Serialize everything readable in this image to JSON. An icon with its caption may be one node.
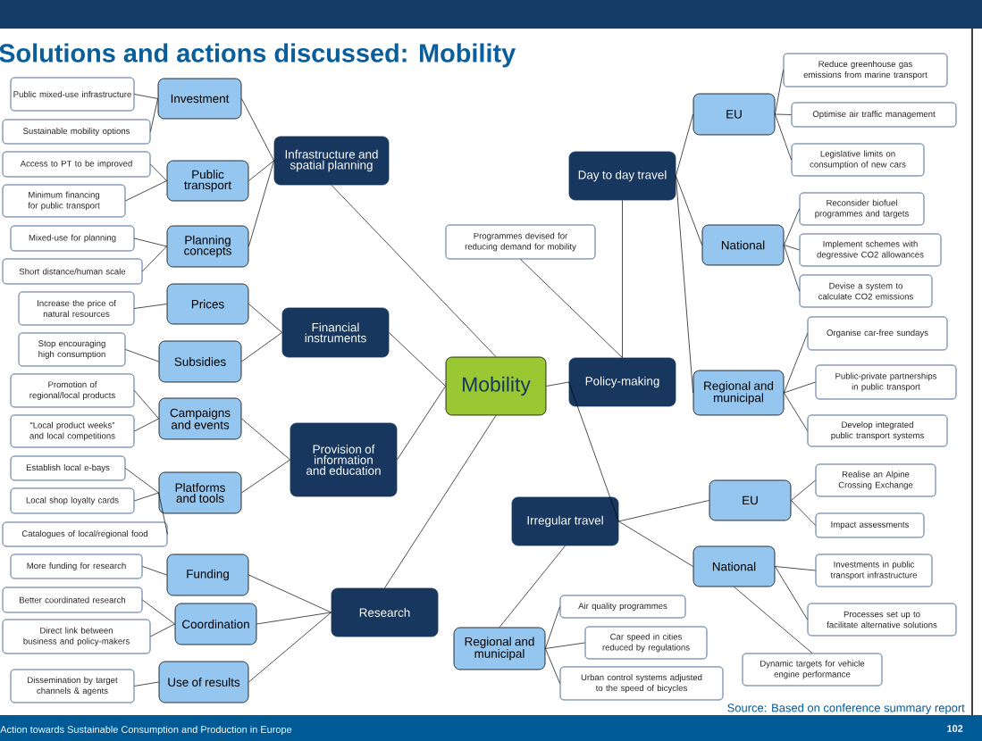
{
  "diagram": {
    "title": "Solutions and actions discussed: Mobility",
    "nodes": [
      {
        "text": [
          "Mobility"
        ]
      },
      {
        "text": [
          "Infrastructure and spatial planning"
        ]
      },
      {
        "text": [
          "Investment"
        ]
      },
      {
        "text": [
          "Public mixed-use infrastructure"
        ]
      },
      {
        "text": [
          "Sustainable mobility options"
        ]
      },
      {
        "text": [
          "Public transport"
        ]
      },
      {
        "text": [
          "Access to PT to be improved"
        ]
      },
      {
        "text": [
          "Minimum financing for public transport"
        ]
      },
      {
        "text": [
          "Planning concepts"
        ]
      },
      {
        "text": [
          "Mixed-use for planning"
        ]
      },
      {
        "text": [
          "Short distance/human scale"
        ]
      },
      {
        "text": [
          "Financial instruments"
        ]
      },
      {
        "text": [
          "Prices"
        ]
      },
      {
        "text": [
          "Increase the price of natural resources"
        ]
      },
      {
        "text": [
          "Subsidies"
        ]
      },
      {
        "text": [
          "Stop encouraging high consumption"
        ]
      },
      {
        "text": [
          "Provision of information and education"
        ]
      },
      {
        "text": [
          "Campaigns and events"
        ]
      },
      {
        "text": [
          "Promotion of regional/local products"
        ]
      },
      {
        "text": [
          "“Local product weeks” and local competitions"
        ]
      },
      {
        "text": [
          "Platforms and tools"
        ]
      },
      {
        "text": [
          "Establish local e-bays"
        ]
      },
      {
        "text": [
          "Local shop loyalty cards"
        ]
      },
      {
        "text": [
          "Catalogues of local/regional food"
        ]
      },
      {
        "text": [
          "Research"
        ]
      },
      {
        "text": [
          "Funding"
        ]
      },
      {
        "text": [
          "More funding for research"
        ]
      },
      {
        "text": [
          "Coordination"
        ]
      },
      {
        "text": [
          "Better coordinated research"
        ]
      },
      {
        "text": [
          "Direct link between business and policy-makers"
        ]
      },
      {
        "text": [
          "Use of results"
        ]
      },
      {
        "text": [
          "Dissemination by target channels & agents"
        ]
      },
      {
        "text": [
          "Policy-making"
        ]
      },
      {
        "text": [
          "Programmes devised for reducing demand for mobility"
        ]
      },
      {
        "text": [
          "Day to day travel"
        ]
      },
      {
        "text": [
          "EU"
        ]
      },
      {
        "text": [
          "Reduce greenhouse gas emissions from marine transport"
        ]
      },
      {
        "text": [
          "Optimise air traffic management"
        ]
      },
      {
        "text": [
          "Legislative limits on consumption of new cars"
        ]
      },
      {
        "text": [
          "National"
        ]
      },
      {
        "text": [
          "Reconsider biofuel programmes and targets"
        ]
      },
      {
        "text": [
          "Implement schemes with degressive CO2 allowances"
        ]
      },
      {
        "text": [
          "Devise a system to calculate CO2 emissions"
        ]
      },
      {
        "text": [
          "Regional and municipal"
        ]
      },
      {
        "text": [
          "Organise car-free sundays"
        ]
      },
      {
        "text": [
          "Public-private partnerships in public transport"
        ]
      },
      {
        "text": [
          "Develop integrated public transport systems"
        ]
      },
      {
        "text": [
          "Irregular travel"
        ]
      },
      {
        "text": [
          "EU"
        ]
      },
      {
        "text": [
          "Realise an Alpine Crossing Exchange"
        ]
      },
      {
        "text": [
          "Impact assessments"
        ]
      },
      {
        "text": [
          "National"
        ]
      },
      {
        "text": [
          "Investments in public transport infrastructure"
        ]
      },
      {
        "text": [
          "Processes set up to facilitate alternative solutions"
        ]
      },
      {
        "text": [
          "Dynamic targets for vehicle engine performance"
        ]
      },
      {
        "text": [
          "Regional and municipal"
        ]
      },
      {
        "text": [
          "Air quality programmes"
        ]
      },
      {
        "text": [
          "Car speed in cities reduced by regulations"
        ]
      },
      {
        "text": [
          "Urban control systems adjusted to the speed of bicycles"
        ]
      }
    ],
    "edges": [
      {
        "from": 0,
        "to": 1,
        "arrow": "none"
      },
      {
        "from": 0,
        "to": 11,
        "arrow": "none"
      },
      {
        "from": 0,
        "to": 16,
        "arrow": "none"
      },
      {
        "from": 0,
        "to": 24,
        "arrow": "none"
      },
      {
        "from": 0,
        "to": 32,
        "arrow": "none"
      },
      {
        "from": 1,
        "to": 2,
        "arrow": "none"
      },
      {
        "from": 1,
        "to": 5,
        "arrow": "none"
      },
      {
        "from": 1,
        "to": 8,
        "arrow": "none"
      },
      {
        "from": 2,
        "to": 3,
        "arrow": "none"
      },
      {
        "from": 2,
        "to": 4,
        "arrow": "none"
      },
      {
        "from": 5,
        "to": 6,
        "arrow": "none"
      },
      {
        "from": 5,
        "to": 7,
        "arrow": "none"
      },
      {
        "from": 8,
        "to": 9,
        "arrow": "none"
      },
      {
        "from": 8,
        "to": 10,
        "arrow": "none"
      },
      {
        "from": 11,
        "to": 12,
        "arrow": "none"
      },
      {
        "from": 11,
        "to": 14,
        "arrow": "none"
      },
      {
        "from": 12,
        "to": 13,
        "arrow": "none"
      },
      {
        "from": 14,
        "to": 15,
        "arrow": "none"
      },
      {
        "from": 16,
        "to": 17,
        "arrow": "none"
      },
      {
        "from": 16,
        "to": 20,
        "arrow": "none"
      },
      {
        "from": 17,
        "to": 18,
        "arrow": "none"
      },
      {
        "from": 17,
        "to": 19,
        "arrow": "none"
      },
      {
        "from": 20,
        "to": 21,
        "arrow": "none"
      },
      {
        "from": 20,
        "to": 22,
        "arrow": "none"
      },
      {
        "from": 20,
        "to": 23,
        "arrow": "none"
      },
      {
        "from": 24,
        "to": 25,
        "arrow": "none"
      },
      {
        "from": 24,
        "to": 27,
        "arrow": "none"
      },
      {
        "from": 24,
        "to": 30,
        "arrow": "none"
      },
      {
        "from": 25,
        "to": 26,
        "arrow": "none"
      },
      {
        "from": 27,
        "to": 28,
        "arrow": "none"
      },
      {
        "from": 27,
        "to": 29,
        "arrow": "none"
      },
      {
        "from": 30,
        "to": 31,
        "arrow": "none"
      },
      {
        "from": 32,
        "to": 33,
        "arrow": "none"
      },
      {
        "from": 32,
        "to": 34,
        "arrow": "none"
      },
      {
        "from": 32,
        "to": 47,
        "arrow": "none"
      },
      {
        "from": 34,
        "to": 35,
        "arrow": "none"
      },
      {
        "from": 34,
        "to": 39,
        "arrow": "none"
      },
      {
        "from": 34,
        "to": 43,
        "arrow": "none"
      },
      {
        "from": 35,
        "to": 36,
        "arrow": "none"
      },
      {
        "from": 35,
        "to": 37,
        "arrow": "none"
      },
      {
        "from": 35,
        "to": 38,
        "arrow": "none"
      },
      {
        "from": 39,
        "to": 40,
        "arrow": "none"
      },
      {
        "from": 39,
        "to": 41,
        "arrow": "none"
      },
      {
        "from": 39,
        "to": 42,
        "arrow": "none"
      },
      {
        "from": 43,
        "to": 44,
        "arrow": "none"
      },
      {
        "from": 43,
        "to": 45,
        "arrow": "none"
      },
      {
        "from": 43,
        "to": 46,
        "arrow": "none"
      },
      {
        "from": 47,
        "to": 48,
        "arrow": "none"
      },
      {
        "from": 47,
        "to": 51,
        "arrow": "none"
      },
      {
        "from": 47,
        "to": 55,
        "arrow": "none"
      },
      {
        "from": 48,
        "to": 49,
        "arrow": "none"
      },
      {
        "from": 48,
        "to": 50,
        "arrow": "none"
      },
      {
        "from": 51,
        "to": 52,
        "arrow": "none"
      },
      {
        "from": 51,
        "to": 53,
        "arrow": "none"
      },
      {
        "from": 51,
        "to": 54,
        "arrow": "none"
      },
      {
        "from": 55,
        "to": 56,
        "arrow": "none"
      },
      {
        "from": 55,
        "to": 57,
        "arrow": "none"
      },
      {
        "from": 55,
        "to": 58,
        "arrow": "none"
      }
    ],
    "labels": [
      "Source: Based on conference summary report",
      "Action towards Sustainable Consumption and Production in Europe",
      "102"
    ]
  }
}
